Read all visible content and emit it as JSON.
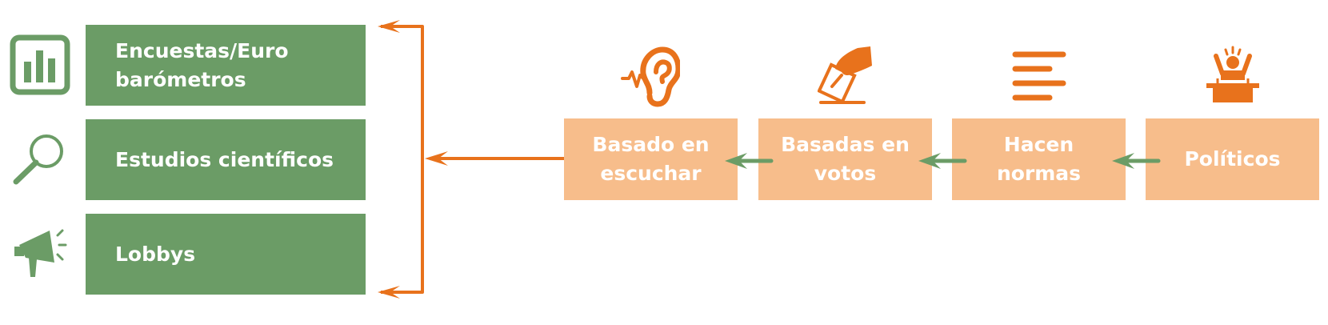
{
  "colors": {
    "green": "#6b9c66",
    "light_orange": "#f7bd8b",
    "orange": "#e8721c",
    "white": "#ffffff"
  },
  "sources": [
    {
      "label": "Encuestas/Euro\nbarómetros",
      "icon": "bar-chart-icon"
    },
    {
      "label": "Estudios científicos",
      "icon": "magnifier-icon"
    },
    {
      "label": "Lobbys",
      "icon": "megaphone-icon"
    }
  ],
  "chain": [
    {
      "label": "Basado en\nescuchar",
      "icon": "ear-icon"
    },
    {
      "label": "Basadas en\nvotos",
      "icon": "ballot-vote-icon"
    },
    {
      "label": "Hacen\nnormas",
      "icon": "text-lines-icon"
    },
    {
      "label": "Políticos",
      "icon": "politician-podium-icon"
    }
  ]
}
